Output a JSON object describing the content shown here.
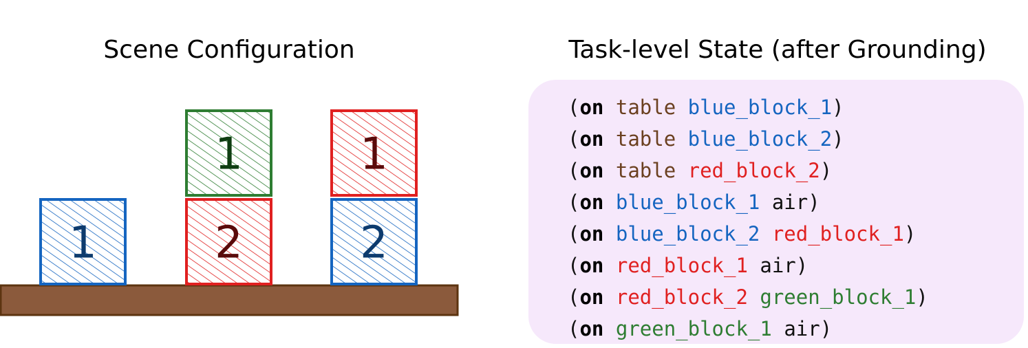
{
  "titles": {
    "scene": "Scene Configuration",
    "state": "Task-level State (after Grounding)"
  },
  "colors": {
    "table_fill": "#8b5a3c",
    "table_stroke": "#5c3410",
    "table_text": "#6b4020",
    "blue": "#1565c0",
    "red": "#e02020",
    "green": "#2e7d32",
    "panel_bg": "#f6e8fb"
  },
  "scene": {
    "blocks": [
      {
        "id": "blue_block_1",
        "label": "1",
        "color": "blue",
        "column": 0,
        "level": 0
      },
      {
        "id": "red_block_2",
        "label": "2",
        "color": "red",
        "column": 1,
        "level": 0
      },
      {
        "id": "green_block_1",
        "label": "1",
        "color": "green",
        "column": 1,
        "level": 1
      },
      {
        "id": "blue_block_2",
        "label": "2",
        "color": "blue",
        "column": 2,
        "level": 0
      },
      {
        "id": "red_block_1",
        "label": "1",
        "color": "red",
        "column": 2,
        "level": 1
      }
    ]
  },
  "state": {
    "predicates": [
      {
        "open": "(",
        "keyword": "on",
        "a": {
          "text": "table",
          "color": "table_text"
        },
        "b": {
          "text": "blue_block_1",
          "color": "blue"
        },
        "close": ")"
      },
      {
        "open": "(",
        "keyword": "on",
        "a": {
          "text": "table",
          "color": "table_text"
        },
        "b": {
          "text": "blue_block_2",
          "color": "blue"
        },
        "close": ")"
      },
      {
        "open": "(",
        "keyword": "on",
        "a": {
          "text": "table",
          "color": "table_text"
        },
        "b": {
          "text": "red_block_2",
          "color": "red"
        },
        "close": ")"
      },
      {
        "open": "(",
        "keyword": "on",
        "a": {
          "text": "blue_block_1",
          "color": "blue"
        },
        "b": {
          "text": "air",
          "color": "plain"
        },
        "close": ")"
      },
      {
        "open": "(",
        "keyword": "on",
        "a": {
          "text": "blue_block_2",
          "color": "blue"
        },
        "b": {
          "text": "red_block_1",
          "color": "red"
        },
        "close": ")"
      },
      {
        "open": "(",
        "keyword": "on",
        "a": {
          "text": "red_block_1",
          "color": "red"
        },
        "b": {
          "text": "air",
          "color": "plain"
        },
        "close": ")"
      },
      {
        "open": "(",
        "keyword": "on",
        "a": {
          "text": "red_block_2",
          "color": "red"
        },
        "b": {
          "text": "green_block_1",
          "color": "green"
        },
        "close": ")"
      },
      {
        "open": "(",
        "keyword": "on",
        "a": {
          "text": "green_block_1",
          "color": "green"
        },
        "b": {
          "text": "air",
          "color": "plain"
        },
        "close": ")"
      }
    ]
  }
}
